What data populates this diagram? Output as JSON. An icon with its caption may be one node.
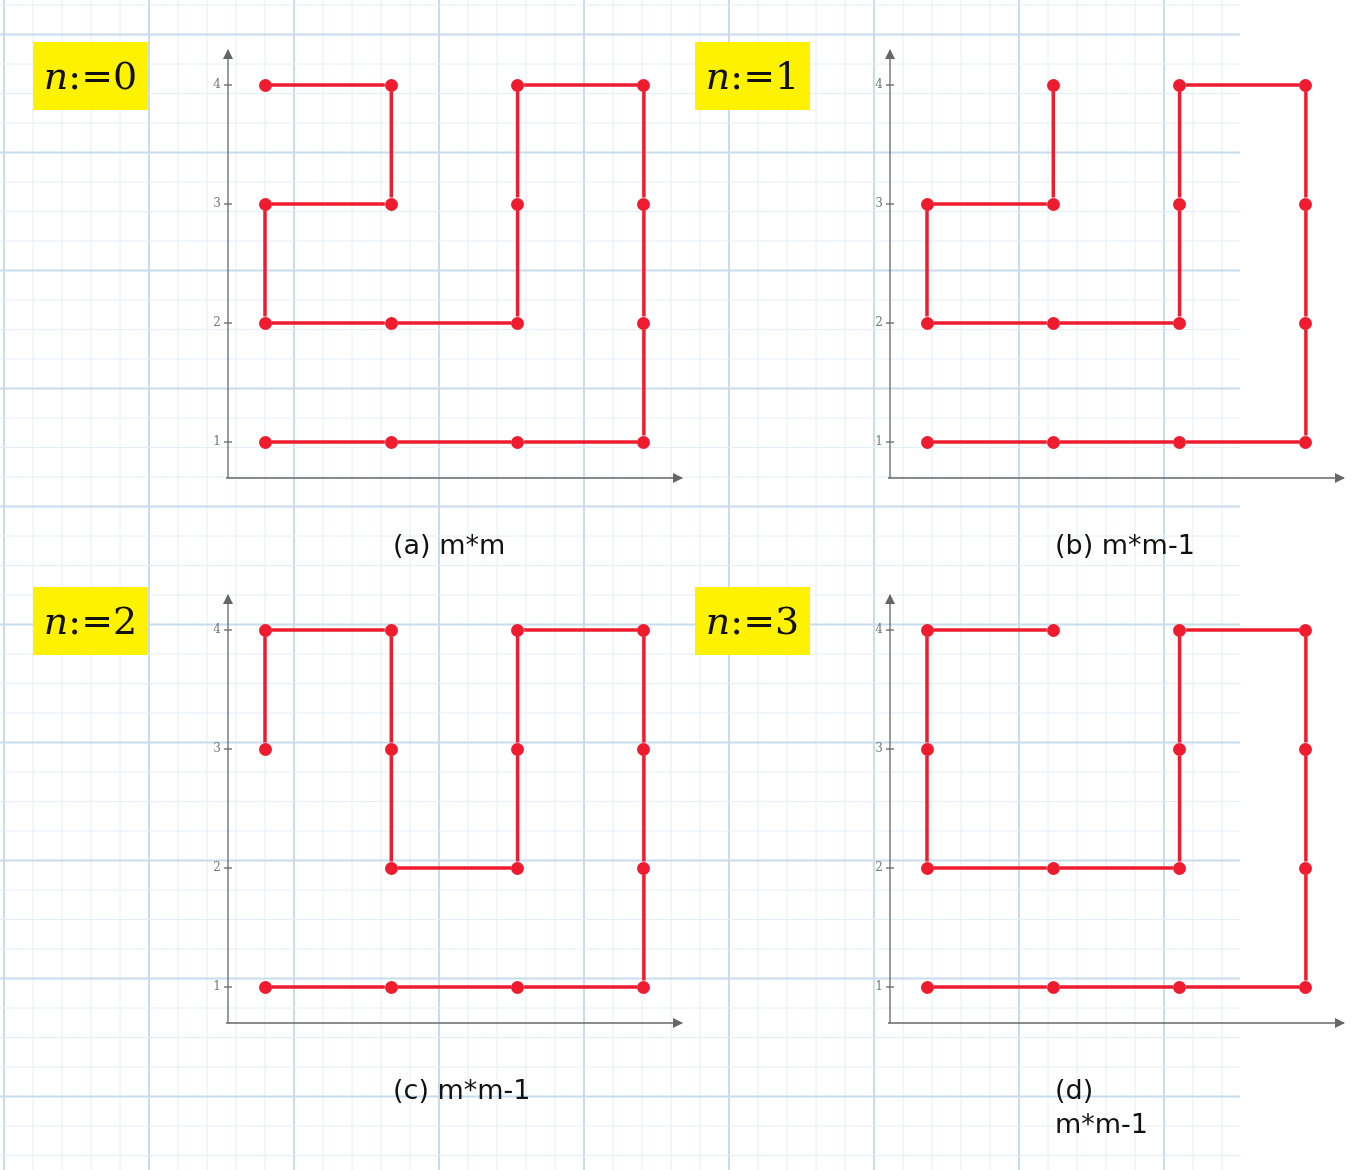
{
  "diagram": {
    "nodes": [
      {
        "text": [
          "*n*:=0"
        ]
      },
      {
        "text": [],
        "shape": "circle"
      },
      {
        "text": [],
        "shape": "circle"
      },
      {
        "text": [],
        "shape": "circle"
      },
      {
        "text": [],
        "shape": "circle"
      },
      {
        "text": [],
        "shape": "circle"
      },
      {
        "text": [],
        "shape": "circle"
      },
      {
        "text": [],
        "shape": "circle"
      },
      {
        "text": [],
        "shape": "circle"
      },
      {
        "text": [],
        "shape": "circle"
      },
      {
        "text": [],
        "shape": "circle"
      },
      {
        "text": [],
        "shape": "circle"
      },
      {
        "text": [],
        "shape": "circle"
      },
      {
        "text": [],
        "shape": "circle"
      },
      {
        "text": [],
        "shape": "circle"
      },
      {
        "text": [],
        "shape": "circle"
      },
      {
        "text": [],
        "shape": "circle"
      },
      {
        "text": [
          "*n*:=1"
        ]
      },
      {
        "text": [],
        "shape": "circle"
      },
      {
        "text": [],
        "shape": "circle"
      },
      {
        "text": [],
        "shape": "circle"
      },
      {
        "text": [],
        "shape": "circle"
      },
      {
        "text": [],
        "shape": "circle"
      },
      {
        "text": [],
        "shape": "circle"
      },
      {
        "text": [],
        "shape": "circle"
      },
      {
        "text": [],
        "shape": "circle"
      },
      {
        "text": [],
        "shape": "circle"
      },
      {
        "text": [],
        "shape": "circle"
      },
      {
        "text": [],
        "shape": "circle"
      },
      {
        "text": [],
        "shape": "circle"
      },
      {
        "text": [],
        "shape": "circle"
      },
      {
        "text": [],
        "shape": "circle"
      },
      {
        "text": [],
        "shape": "circle"
      },
      {
        "text": [
          "*n*:=2"
        ]
      },
      {
        "text": [],
        "shape": "circle"
      },
      {
        "text": [],
        "shape": "circle"
      },
      {
        "text": [],
        "shape": "circle"
      },
      {
        "text": [],
        "shape": "circle"
      },
      {
        "text": [],
        "shape": "circle"
      },
      {
        "text": [],
        "shape": "circle"
      },
      {
        "text": [],
        "shape": "circle"
      },
      {
        "text": [],
        "shape": "circle"
      },
      {
        "text": [],
        "shape": "circle"
      },
      {
        "text": [],
        "shape": "circle"
      },
      {
        "text": [],
        "shape": "circle"
      },
      {
        "text": [],
        "shape": "circle"
      },
      {
        "text": [],
        "shape": "circle"
      },
      {
        "text": [],
        "shape": "circle"
      },
      {
        "text": [],
        "shape": "circle"
      },
      {
        "text": [
          "*n*:=3"
        ]
      },
      {
        "text": [],
        "shape": "circle"
      },
      {
        "text": [],
        "shape": "circle"
      },
      {
        "text": [],
        "shape": "circle"
      },
      {
        "text": [],
        "shape": "circle"
      },
      {
        "text": [],
        "shape": "circle"
      },
      {
        "text": [],
        "shape": "circle"
      },
      {
        "text": [],
        "shape": "circle"
      },
      {
        "text": [],
        "shape": "circle"
      },
      {
        "text": [],
        "shape": "circle"
      },
      {
        "text": [],
        "shape": "circle"
      },
      {
        "text": [],
        "shape": "circle"
      },
      {
        "text": [],
        "shape": "circle"
      },
      {
        "text": [],
        "shape": "circle"
      },
      {
        "text": [],
        "shape": "circle"
      },
      {
        "text": [],
        "shape": "circle"
      }
    ],
    "edges": [
      {
        "from": 1,
        "to": 2,
        "arrow": "none"
      },
      {
        "from": 2,
        "to": 6,
        "arrow": "none"
      },
      {
        "from": 6,
        "to": 5,
        "arrow": "none"
      },
      {
        "from": 5,
        "to": 9,
        "arrow": "none"
      },
      {
        "from": 9,
        "to": 10,
        "arrow": "none"
      },
      {
        "from": 10,
        "to": 11,
        "arrow": "none"
      },
      {
        "from": 11,
        "to": 7,
        "arrow": "none"
      },
      {
        "from": 7,
        "to": 3,
        "arrow": "none"
      },
      {
        "from": 3,
        "to": 4,
        "arrow": "none"
      },
      {
        "from": 4,
        "to": 8,
        "arrow": "none"
      },
      {
        "from": 8,
        "to": 12,
        "arrow": "none"
      },
      {
        "from": 12,
        "to": 16,
        "arrow": "none"
      },
      {
        "from": 16,
        "to": 15,
        "arrow": "none"
      },
      {
        "from": 15,
        "to": 14,
        "arrow": "none"
      },
      {
        "from": 14,
        "to": 13,
        "arrow": "none"
      },
      {
        "from": 18,
        "to": 22,
        "arrow": "none"
      },
      {
        "from": 22,
        "to": 21,
        "arrow": "none"
      },
      {
        "from": 21,
        "to": 25,
        "arrow": "none"
      },
      {
        "from": 25,
        "to": 26,
        "arrow": "none"
      },
      {
        "from": 26,
        "to": 27,
        "arrow": "none"
      },
      {
        "from": 27,
        "to": 23,
        "arrow": "none"
      },
      {
        "from": 23,
        "to": 19,
        "arrow": "none"
      },
      {
        "from": 19,
        "to": 20,
        "arrow": "none"
      },
      {
        "from": 20,
        "to": 24,
        "arrow": "none"
      },
      {
        "from": 24,
        "to": 28,
        "arrow": "none"
      },
      {
        "from": 28,
        "to": 32,
        "arrow": "none"
      },
      {
        "from": 32,
        "to": 31,
        "arrow": "none"
      },
      {
        "from": 31,
        "to": 30,
        "arrow": "none"
      },
      {
        "from": 30,
        "to": 29,
        "arrow": "none"
      },
      {
        "from": 38,
        "to": 34,
        "arrow": "none"
      },
      {
        "from": 34,
        "to": 35,
        "arrow": "none"
      },
      {
        "from": 35,
        "to": 39,
        "arrow": "none"
      },
      {
        "from": 39,
        "to": 42,
        "arrow": "none"
      },
      {
        "from": 42,
        "to": 43,
        "arrow": "none"
      },
      {
        "from": 43,
        "to": 40,
        "arrow": "none"
      },
      {
        "from": 40,
        "to": 36,
        "arrow": "none"
      },
      {
        "from": 36,
        "to": 37,
        "arrow": "none"
      },
      {
        "from": 37,
        "to": 41,
        "arrow": "none"
      },
      {
        "from": 41,
        "to": 44,
        "arrow": "none"
      },
      {
        "from": 44,
        "to": 48,
        "arrow": "none"
      },
      {
        "from": 48,
        "to": 47,
        "arrow": "none"
      },
      {
        "from": 47,
        "to": 46,
        "arrow": "none"
      },
      {
        "from": 46,
        "to": 45,
        "arrow": "none"
      },
      {
        "from": 51,
        "to": 50,
        "arrow": "none"
      },
      {
        "from": 50,
        "to": 54,
        "arrow": "none"
      },
      {
        "from": 54,
        "to": 57,
        "arrow": "none"
      },
      {
        "from": 57,
        "to": 58,
        "arrow": "none"
      },
      {
        "from": 58,
        "to": 59,
        "arrow": "none"
      },
      {
        "from": 59,
        "to": 55,
        "arrow": "none"
      },
      {
        "from": 55,
        "to": 52,
        "arrow": "none"
      },
      {
        "from": 52,
        "to": 53,
        "arrow": "none"
      },
      {
        "from": 53,
        "to": 56,
        "arrow": "none"
      },
      {
        "from": 56,
        "to": 60,
        "arrow": "none"
      },
      {
        "from": 60,
        "to": 64,
        "arrow": "none"
      },
      {
        "from": 64,
        "to": 63,
        "arrow": "none"
      },
      {
        "from": 63,
        "to": 62,
        "arrow": "none"
      },
      {
        "from": 62,
        "to": 61,
        "arrow": "none"
      }
    ],
    "labels": [
      "4",
      "3",
      "2",
      "1",
      "4",
      "3",
      "2",
      "1",
      "(a) m*m",
      "(b) m*m-1",
      "4",
      "3",
      "2",
      "1",
      "4",
      "3",
      "2",
      "1",
      "(c) m*m-1",
      "(d) m*m-1"
    ]
  }
}
